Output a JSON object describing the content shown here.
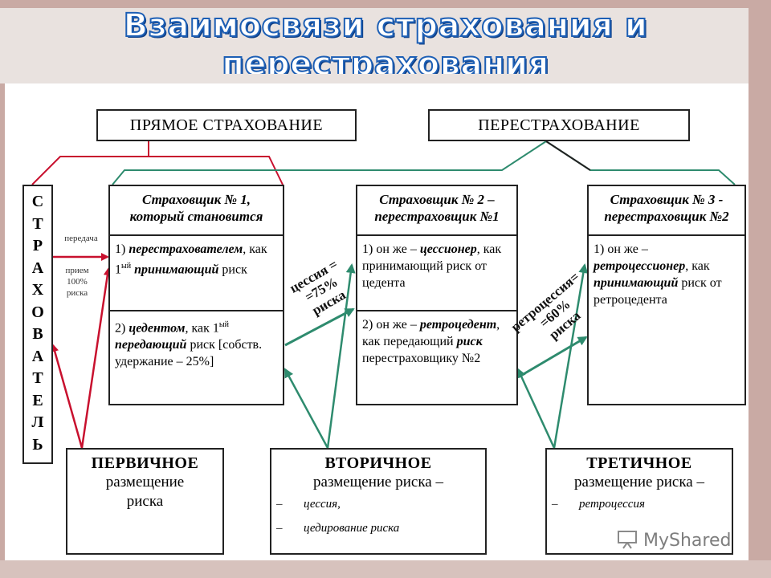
{
  "title": {
    "line1": "Взаимосвязи страхования и",
    "line2": "перестрахования"
  },
  "headers": {
    "direct": "ПРЯМОЕ СТРАХОВАНИЕ",
    "reins": "ПЕРЕСТРАХОВАНИЕ"
  },
  "policyholder": {
    "letters": [
      "С",
      "Т",
      "Р",
      "А",
      "Х",
      "О",
      "В",
      "А",
      "Т",
      "Е",
      "Л",
      "Ь"
    ]
  },
  "transfer": {
    "top": "передача",
    "bottom": "прием\n100%\nриска"
  },
  "insurer1": {
    "title": "Страховщик № 1,\nкоторый становится",
    "c1": {
      "n": "1) ",
      "em": "перестрахователем",
      "rest1": ", как 1",
      "sup": "ый",
      "em2": "принимающий",
      "rest2": "риск"
    },
    "c2": {
      "n": "2) ",
      "em": "цедентом",
      "rest1": ", как 1",
      "sup": "ый",
      "em2": "передающий",
      "rest2": " риск [собств. удержание – 25%]"
    }
  },
  "insurer2": {
    "title": "Страховщик № 2 –\nперестраховщик №1",
    "c1": {
      "n": "1) он же – ",
      "em": "цессионер",
      "rest": ", как принимающий риск от цедента"
    },
    "c2": {
      "n": "2) он же – ",
      "em": "ретроцедент",
      "rest1": ", как передающий ",
      "em2": "риск",
      "rest2": " перестраховщику №2"
    }
  },
  "insurer3": {
    "title": "Страховщик № 3 -\nперестраховщик №2",
    "c1": {
      "n": "1) он же – ",
      "em": "ретроцессионер",
      "rest1": ", как ",
      "em2": "принимающий",
      "rest2": " риск от ретроцедента"
    }
  },
  "arrows": {
    "cession": {
      "l1": "цессия =",
      "l2": "=75%",
      "l3": "риска"
    },
    "retro": {
      "l1": "ретроцессия=",
      "l2": "=60%",
      "l3": "риска"
    }
  },
  "placements": {
    "primary": {
      "title": "ПЕРВИЧНОЕ",
      "sub": "размещение\nриска"
    },
    "secondary": {
      "title": "ВТОРИЧНОЕ",
      "sub": "размещение риска –",
      "items": [
        "цессия,",
        "цедирование риска"
      ]
    },
    "tertiary": {
      "title": "ТРЕТИЧНОЕ",
      "sub": "размещение риска –",
      "items": [
        "ретроцессия"
      ]
    }
  },
  "colors": {
    "red": "#c8102e",
    "green": "#2e8b6e",
    "title_blue": "#1d5fb5"
  },
  "logo": {
    "text": "MyShared",
    "icon": "presentation-board-icon"
  }
}
